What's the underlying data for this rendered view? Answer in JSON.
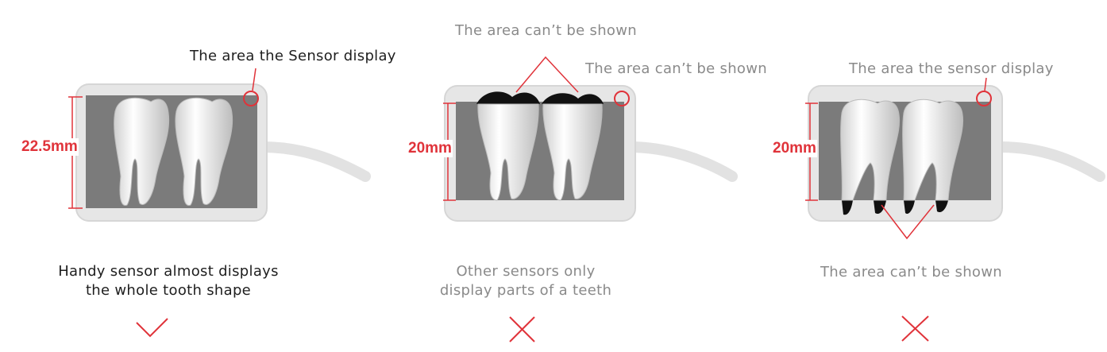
{
  "panels": [
    {
      "id": "handy",
      "sensor_label": "The area the Sensor display",
      "dimension": "22.5mm",
      "caption_line1": "Handy sensor almost displays",
      "caption_line2": "the whole tooth shape",
      "verdict": "check"
    },
    {
      "id": "other-top",
      "top_label": "The area can’t be shown",
      "side_label": "The area can’t be shown",
      "dimension": "20mm",
      "caption_line1": "Other sensors only",
      "caption_line2": "display parts of a teeth",
      "verdict": "cross"
    },
    {
      "id": "other-bottom",
      "sensor_label": "The area the sensor display",
      "dimension": "20mm",
      "bottom_label": "The area can’t be shown",
      "verdict": "cross"
    }
  ],
  "colors": {
    "accent_red": "#e0333a",
    "sensor_frame": "#e4e4e4",
    "sensor_screen": "#7b7b7b",
    "tooth": "#ffffff",
    "cut_off": "#111111"
  }
}
